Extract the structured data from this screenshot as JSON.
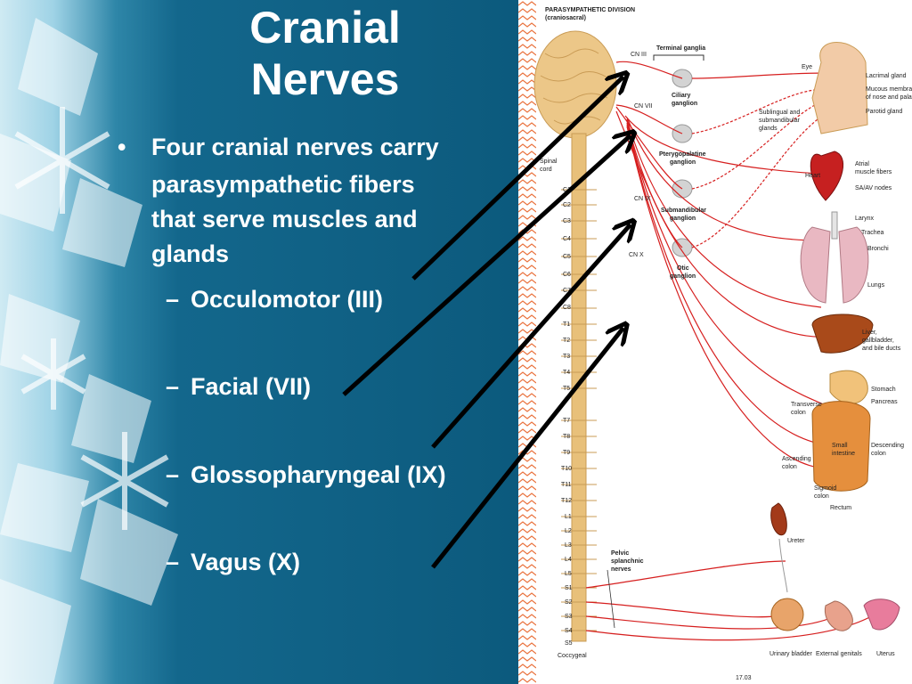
{
  "slide": {
    "title_line1": "Cranial",
    "title_line2": "Nerves",
    "bullet_text_lines": [
      "Four cranial nerves carry",
      "parasympathetic fibers",
      "that serve muscles and",
      "glands"
    ],
    "sub_bullets": [
      "Occulomotor (III)",
      "Facial (VII)",
      "Glossopharyngeal (IX)",
      "Vagus (X)"
    ]
  },
  "diagram": {
    "heading_line1": "PARASYMPATHETIC DIVISION",
    "heading_line2": "(craniosacral)",
    "terminal_ganglia": "Terminal ganglia",
    "spinal_cord_line1": "Spinal",
    "spinal_cord_line2": "cord",
    "cranial_nerves": [
      "CN III",
      "CN VII",
      "CN IX",
      "CN X"
    ],
    "ganglia": [
      {
        "line1": "Ciliary",
        "line2": "ganglion"
      },
      {
        "line1": "Pterygopalatine",
        "line2": "ganglion"
      },
      {
        "line1": "Submandibular",
        "line2": "ganglion"
      },
      {
        "line1": "Otic",
        "line2": "ganglion"
      }
    ],
    "sublingual_lines": [
      "Sublingual and",
      "submandibular",
      "glands"
    ],
    "vertebrae": [
      "C1",
      "C2",
      "C3",
      "C4",
      "C5",
      "C6",
      "C7",
      "C8",
      "T1",
      "T2",
      "T3",
      "T4",
      "T5",
      "T7",
      "T8",
      "T9",
      "T10",
      "T11",
      "T12",
      "L1",
      "L2",
      "L3",
      "L4",
      "L5",
      "S1",
      "S2",
      "S3",
      "S4",
      "S5"
    ],
    "coccygeal": "Coccygeal",
    "pelvic_lines": [
      "Pelvic",
      "splanchnic",
      "nerves"
    ],
    "organ_labels": {
      "eye": "Eye",
      "lacrimal": "Lacrimal gland",
      "mucous1": "Mucous membrane",
      "mucous2": "of nose and palate",
      "parotid": "Parotid gland",
      "heart": "Heart",
      "atrial1": "Atrial",
      "atrial2": "muscle fibers",
      "saav": "SA/AV nodes",
      "larynx": "Larynx",
      "trachea": "Trachea",
      "bronchi": "Bronchi",
      "lungs": "Lungs",
      "liver1": "Liver,",
      "liver2": "gallbladder,",
      "liver3": "and bile ducts",
      "stomach": "Stomach",
      "pancreas": "Pancreas",
      "transverse1": "Transverse",
      "transverse2": "colon",
      "small1": "Small",
      "small2": "intestine",
      "descending1": "Descending",
      "descending2": "colon",
      "ascending1": "Ascending",
      "ascending2": "colon",
      "sigmoid1": "Sigmoid",
      "sigmoid2": "colon",
      "rectum": "Rectum",
      "ureter": "Ureter",
      "bladder": "Urinary bladder",
      "genitals": "External genitals",
      "uterus": "Uterus"
    },
    "figure_number": "17.03"
  },
  "colors": {
    "slide_bg": "#0e5f82",
    "text": "#ffffff",
    "nerve": "#d61f1f",
    "spine": "#e8c07a",
    "arrow": "#000000"
  }
}
